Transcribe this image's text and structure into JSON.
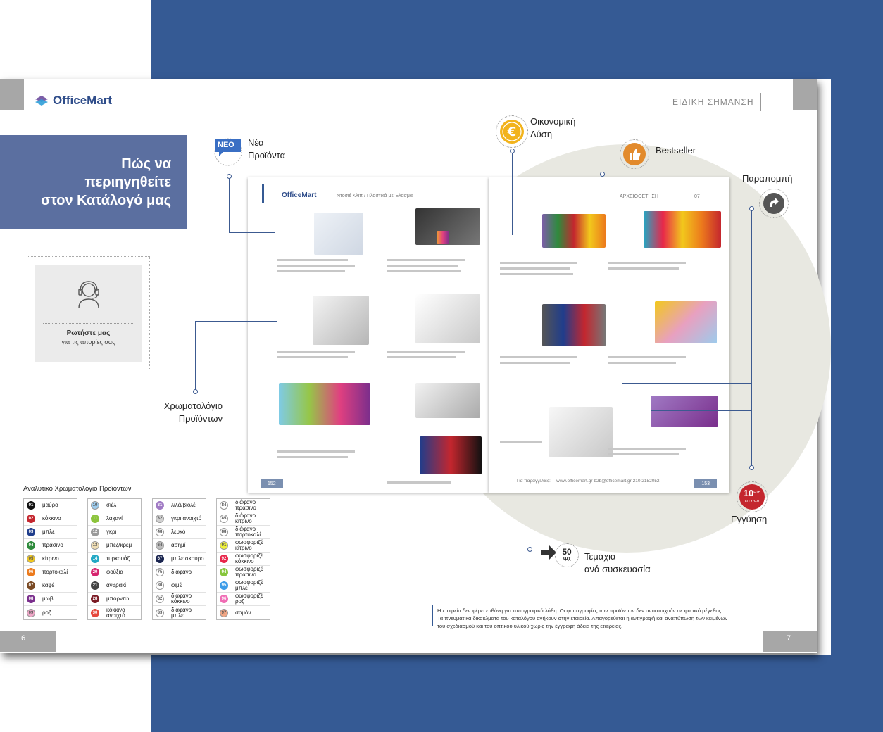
{
  "brand": {
    "name": "OfficeMart"
  },
  "header": {
    "section": "ΕΙΔΙΚΗ ΣΗΜΑΝΣΗ"
  },
  "title": {
    "line1": "Πώς να",
    "line2": "περιηγηθείτε",
    "line3": "στον Κατάλογό μας"
  },
  "ask": {
    "title": "Ρωτήστε μας",
    "subtitle": "για τις απορίες σας"
  },
  "callouts": {
    "new": {
      "badge": "ΝΕΟ",
      "line1": "Νέα",
      "line2": "Προϊόντα"
    },
    "eco": {
      "line1": "Οικονομική",
      "line2": "Λύση"
    },
    "bestseller": {
      "label": "Bestseller"
    },
    "reference": {
      "label": "Παραπομπή"
    },
    "colors": {
      "line1": "Χρωματολόγιο",
      "line2": "Προϊόντων"
    },
    "warranty": {
      "label": "Εγγύηση",
      "badge_top": "10",
      "badge_sup": "ΕΤΗ",
      "badge_bottom": "ΕΓΓΥΗΣΗ"
    },
    "pack": {
      "badge_num": "50",
      "badge_unit": "τμχ",
      "line1": "Τεμάχια",
      "line2": "ανά συσκευασία"
    }
  },
  "catalog": {
    "left_header": "OfficeMart",
    "left_breadcrumb": "Ντοσιέ Κλιπ / Πλαστικά με Έλασμα",
    "right_header": "ΑΡΧΕΙΟΘΕΤΗΣΗ",
    "right_page_tag": "07",
    "left_page_num": "152",
    "right_page_num": "153",
    "right_footer": "www.officemart.gr   b2b@officemart.gr   210 2152052",
    "right_footer_lead": "Για παραγγελίες:"
  },
  "legend": {
    "title": "Αναλυτικό Χρωματολόγιο Προϊόντων",
    "col1": [
      {
        "code": "01",
        "name": "μαύρο",
        "color": "#111111"
      },
      {
        "code": "02",
        "name": "κόκκινο",
        "color": "#c4262e"
      },
      {
        "code": "03",
        "name": "μπλε",
        "color": "#1f3d8c"
      },
      {
        "code": "04",
        "name": "πράσινο",
        "color": "#2e8b3c"
      },
      {
        "code": "05",
        "name": "κίτρινο",
        "color": "#f2c81c"
      },
      {
        "code": "06",
        "name": "πορτοκαλί",
        "color": "#ec7a1c"
      },
      {
        "code": "07",
        "name": "καφέ",
        "color": "#7a4a24"
      },
      {
        "code": "08",
        "name": "μωβ",
        "color": "#7a2e8c"
      },
      {
        "code": "09",
        "name": "ροζ",
        "color": "#f0a7c8"
      }
    ],
    "col2": [
      {
        "code": "10",
        "name": "σιέλ",
        "color": "#9dcbec"
      },
      {
        "code": "11",
        "name": "λαχανί",
        "color": "#8cc43c"
      },
      {
        "code": "12",
        "name": "γκρι",
        "color": "#9a9a9a"
      },
      {
        "code": "13",
        "name": "μπεζ/κρεμ",
        "color": "#eddcb4"
      },
      {
        "code": "14",
        "name": "τυρκουάζ",
        "color": "#22a8c4"
      },
      {
        "code": "20",
        "name": "φούξια",
        "color": "#d6246e"
      },
      {
        "code": "21",
        "name": "ανθρακί",
        "color": "#444444"
      },
      {
        "code": "28",
        "name": "μπορντώ",
        "color": "#7a1a24"
      },
      {
        "code": "30",
        "name": "κόκκινο ανοιχτό",
        "color": "#e5473c"
      }
    ],
    "col3": [
      {
        "code": "31",
        "name": "λιλά/βιολέ",
        "color": "#a07ac4"
      },
      {
        "code": "32",
        "name": "γκρι ανοιχτό",
        "color": "#d0d0d0"
      },
      {
        "code": "48",
        "name": "λευκό",
        "color": "#ffffff"
      },
      {
        "code": "64",
        "name": "ασημί",
        "color": "#bdbdbd"
      },
      {
        "code": "67",
        "name": "μπλε σκούρο",
        "color": "#1a2550"
      },
      {
        "code": "75",
        "name": "διάφανο",
        "color": "#ffffff"
      },
      {
        "code": "80",
        "name": "φιμέ",
        "color": "#ffffff"
      },
      {
        "code": "82",
        "name": "διάφανο κόκκινο",
        "color": "#ffffff"
      },
      {
        "code": "83",
        "name": "διάφανο μπλε",
        "color": "#ffffff"
      }
    ],
    "col4": [
      {
        "code": "84",
        "name": "διάφανο πράσινο",
        "color": "#ffffff"
      },
      {
        "code": "85",
        "name": "διάφανο κίτρινο",
        "color": "#ffffff"
      },
      {
        "code": "88",
        "name": "διάφανο πορτοκαλί",
        "color": "#ffffff"
      },
      {
        "code": "91",
        "name": "φωσφοριζέ κίτρινο",
        "color": "#eef03c"
      },
      {
        "code": "92",
        "name": "φωσφοριζέ κόκκινο",
        "color": "#e8264a"
      },
      {
        "code": "94",
        "name": "φωσφοριζέ πράσινο",
        "color": "#86c63c"
      },
      {
        "code": "95",
        "name": "φωσφοριζέ μπλε",
        "color": "#3c9ce8"
      },
      {
        "code": "96",
        "name": "φωσφοριζέ ροζ",
        "color": "#f06cb4"
      },
      {
        "code": "97",
        "name": "σομόν",
        "color": "#f2a684"
      }
    ]
  },
  "pages": {
    "left": "6",
    "right": "7"
  },
  "disclaimer": {
    "line1": "Η εταιρεία δεν φέρει ευθύνη για τυπογραφικά λάθη. Οι φωτογραφίες των προϊόντων δεν αντιστοιχούν σε φυσικό μέγεθος.",
    "line2": "Τα πνευματικά δικαιώματα του καταλόγου ανήκουν στην εταιρεία. Απαγορεύεται η αντιγραφή και αναπύπωση των κειμένων",
    "line3": "του σχεδιασμού και του οπτικού υλικού χωρίς την έγγραφη άδεια της εταιρείας."
  }
}
